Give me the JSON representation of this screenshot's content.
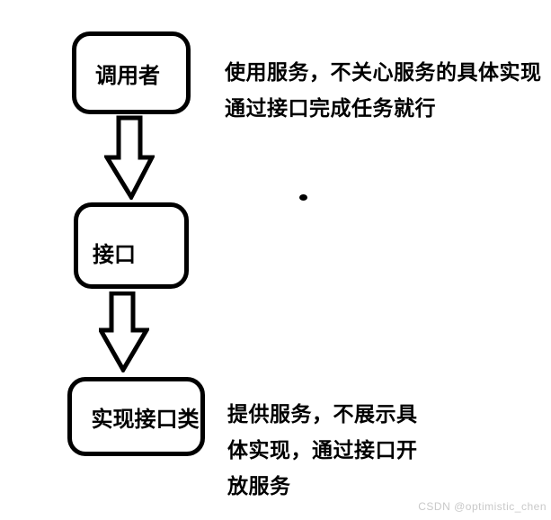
{
  "page": {
    "background": "#ffffff",
    "ink_color": "#000000"
  },
  "flowchart": {
    "nodes": [
      {
        "id": "caller",
        "label": "调用者"
      },
      {
        "id": "interface",
        "label": "接口"
      },
      {
        "id": "implementation",
        "label": "实现接口类"
      }
    ],
    "connectors": [
      {
        "from": "caller",
        "to": "interface",
        "type": "block-arrow-down"
      },
      {
        "from": "interface",
        "to": "implementation",
        "type": "block-arrow-down"
      }
    ]
  },
  "notes": {
    "caller_note": {
      "lines": [
        "使用服务，不关心服务的具体实现",
        "通过接口完成任务就行"
      ]
    },
    "implementation_note": {
      "lines": [
        "提供服务，不展示具",
        "体实现，通过接口开",
        "放服务"
      ]
    }
  },
  "watermark": {
    "text": "CSDN @optimistic_chen",
    "color": "#c9c9c9"
  }
}
